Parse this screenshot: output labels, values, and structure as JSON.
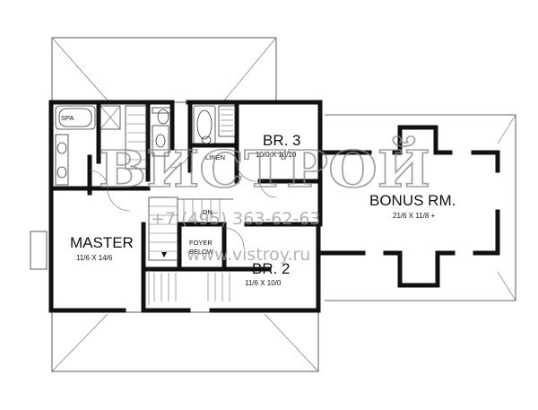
{
  "rooms": {
    "master": {
      "name": "MASTER",
      "size": "11/6 X 14/6"
    },
    "br3": {
      "name": "BR. 3",
      "size": "10/0 X 10/10"
    },
    "br2": {
      "name": "BR. 2",
      "size": "11/6 X 10/0"
    },
    "bonus": {
      "name": "BONUS RM.",
      "size": "21/6 X 11/8 +"
    },
    "spa": {
      "name": "SPA"
    },
    "linen": {
      "name": "LINEN"
    },
    "foyer": {
      "line1": "FOYER",
      "line2": "BELOW"
    },
    "stair_dn": {
      "label": "DN"
    }
  },
  "watermark": {
    "phone": "+7 (495) 363-62-63",
    "url": "www.vistroy.ru",
    "logo": "ВИСТРОЙ"
  }
}
